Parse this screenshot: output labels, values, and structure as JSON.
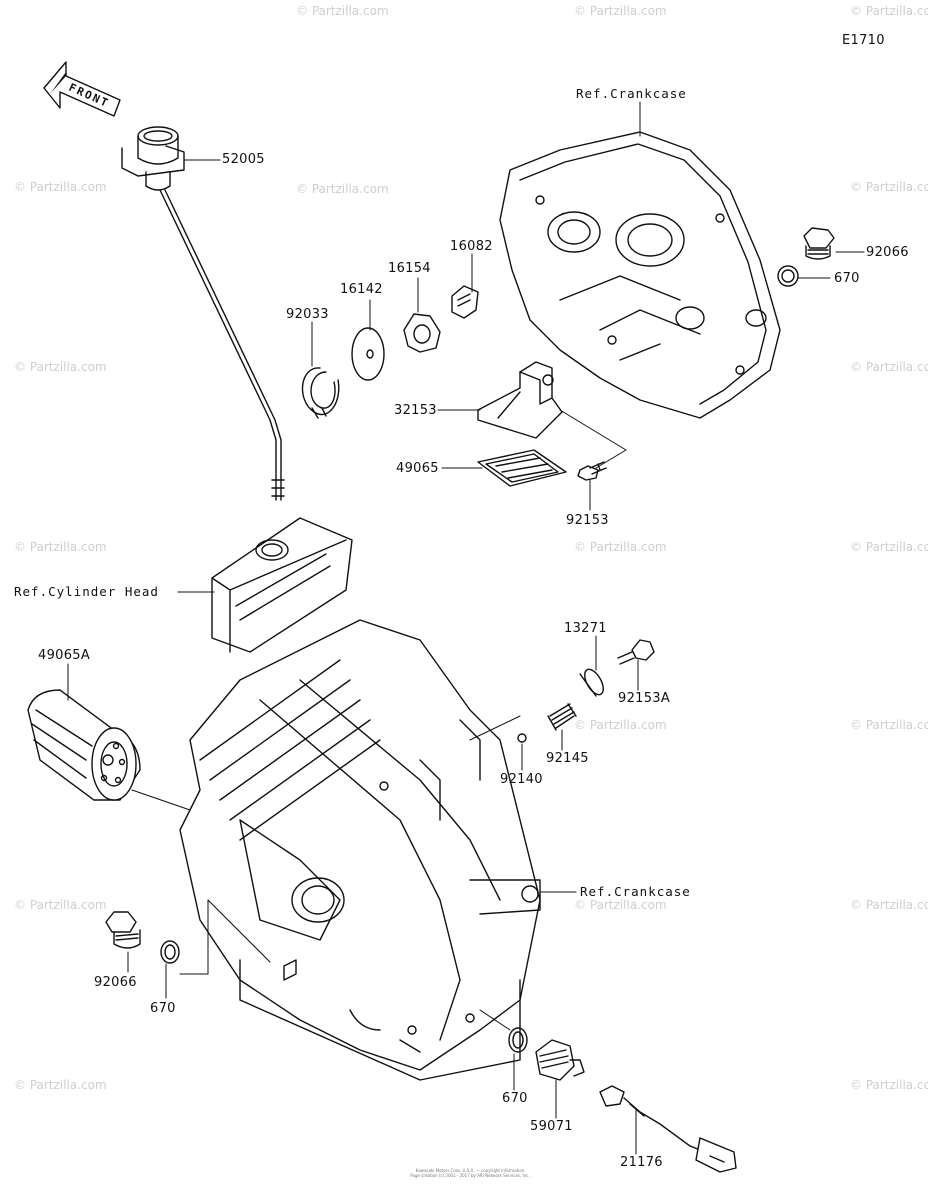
{
  "diagram": {
    "code": "E1710",
    "front_label": "FRONT",
    "refs": {
      "crankcase_top": "Ref.Crankcase",
      "cylinder_head": "Ref.Cylinder Head",
      "crankcase_bottom": "Ref.Crankcase"
    },
    "parts": {
      "p52005": "52005",
      "p92066_top": "92066",
      "p670_top": "670",
      "p16082": "16082",
      "p16154": "16154",
      "p16142": "16142",
      "p92033": "92033",
      "p32153": "32153",
      "p49065": "49065",
      "p92153": "92153",
      "p13271": "13271",
      "p92153A": "92153A",
      "p92145": "92145",
      "p92140": "92140",
      "p49065A": "49065A",
      "p92066_bottom": "92066",
      "p670_bottom": "670",
      "p670_mid": "670",
      "p59071": "59071",
      "p21176": "21176"
    },
    "watermark": "© Partzilla.com",
    "footer_line1": "Kawasaki Motors Corp. U.S.A. — copyright information",
    "footer_line2": "Page creation (c) 2001 - 2017 by ARI Network Services, Inc."
  }
}
